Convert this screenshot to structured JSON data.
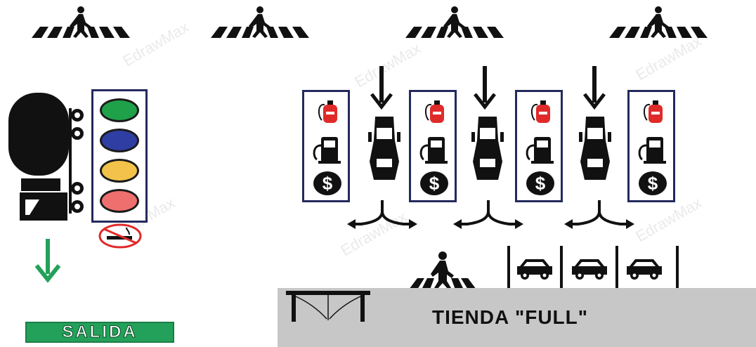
{
  "diagram": {
    "exit_sign": {
      "label": "SALIDA"
    },
    "store": {
      "label": "TIENDA \"FULL\""
    },
    "colors": {
      "frame": "#24295e",
      "light_green": "#1fa14a",
      "light_blue": "#2f3ea3",
      "light_yellow": "#f2c24a",
      "light_red": "#ef6f6f",
      "exit_green": "#23a15a",
      "extinguisher_red": "#e02a2a",
      "store_gray": "#c7c7c7"
    },
    "icons": {
      "crosswalk": "pedestrian-crosswalk-icon",
      "truck": "tanker-truck-icon",
      "traffic_light": "traffic-light-icon",
      "no_smoking": "no-smoking-icon",
      "extinguisher": "fire-extinguisher-icon",
      "fuel_pump": "fuel-pump-icon",
      "payment": "dollar-coin-icon",
      "car": "car-icon",
      "parking": "parking-car-icon",
      "door": "double-door-icon"
    },
    "watermark": "EdrawMax"
  }
}
